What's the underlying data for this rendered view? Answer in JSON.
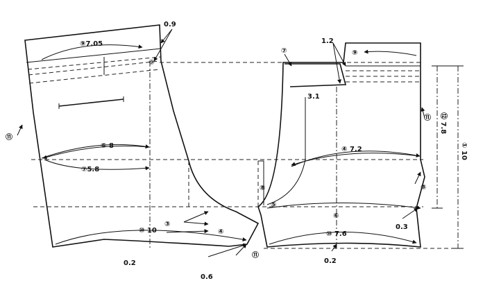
{
  "diagram": {
    "labels": {
      "w_0_9": "0.9",
      "w_9_7_05": "⑨7.05",
      "w_circ9_a": "⑨",
      "w_circ11_left": "⑪",
      "w_6_8": "⑥ 8",
      "w_7_5_8": "⑦5.8",
      "w_3_left": "③",
      "w_4_left": "④",
      "w_10_10": "⑩ 10",
      "w_0_2_left": "0.2",
      "w_0_6": "0.6",
      "w_11_bottom": "⑪",
      "w_7_right": "⑦",
      "w_1_2": "1.2",
      "w_9_right": "⑨",
      "w_3_1": "3.1",
      "w_11_right": "⑪",
      "w_12_7_8": "⑫ 7.8",
      "w_1_10": "① 10",
      "w_4_7_2": "④ 7.2",
      "w_8": "⑧",
      "w_5": "⑤",
      "w_6_right": "⑥",
      "w_3_right": "③",
      "w_0_3": "0.3",
      "w_10_7_6": "⑩ 7.6",
      "w_0_2_right": "0.2"
    }
  }
}
